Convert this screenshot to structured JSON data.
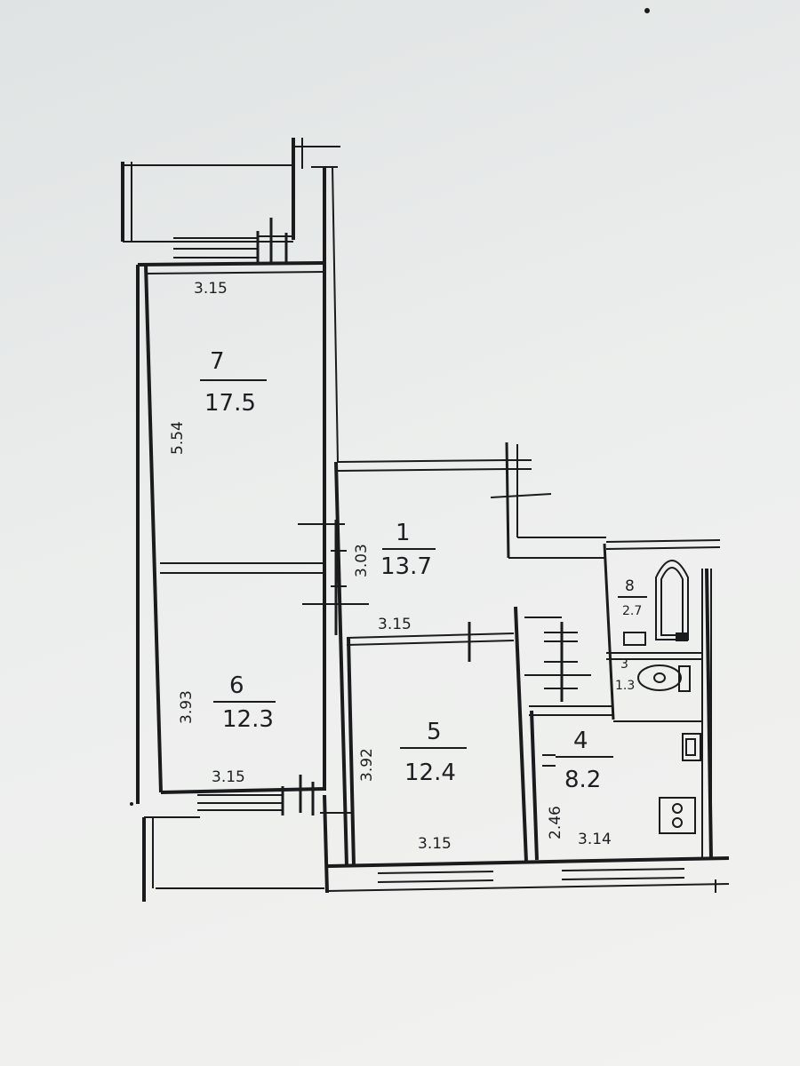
{
  "rooms": [
    {
      "number": "1",
      "area": "13.7",
      "dim": "3.03"
    },
    {
      "number": "4",
      "area": "8.2",
      "dim_width": "3.14",
      "dim_height": "2.46"
    },
    {
      "number": "5",
      "area": "12.4",
      "dim_width": "3.15",
      "dim_height": "3.92"
    },
    {
      "number": "6",
      "area": "12.3",
      "dim_width": "3.15",
      "dim_height": "3.93"
    },
    {
      "number": "7",
      "area": "17.5",
      "dim_width": "3.15",
      "dim_height": "5.54"
    },
    {
      "number": "8",
      "area": "2.7"
    },
    {
      "number": "3",
      "area": "1.3"
    }
  ],
  "corridor_dim": "3.15"
}
